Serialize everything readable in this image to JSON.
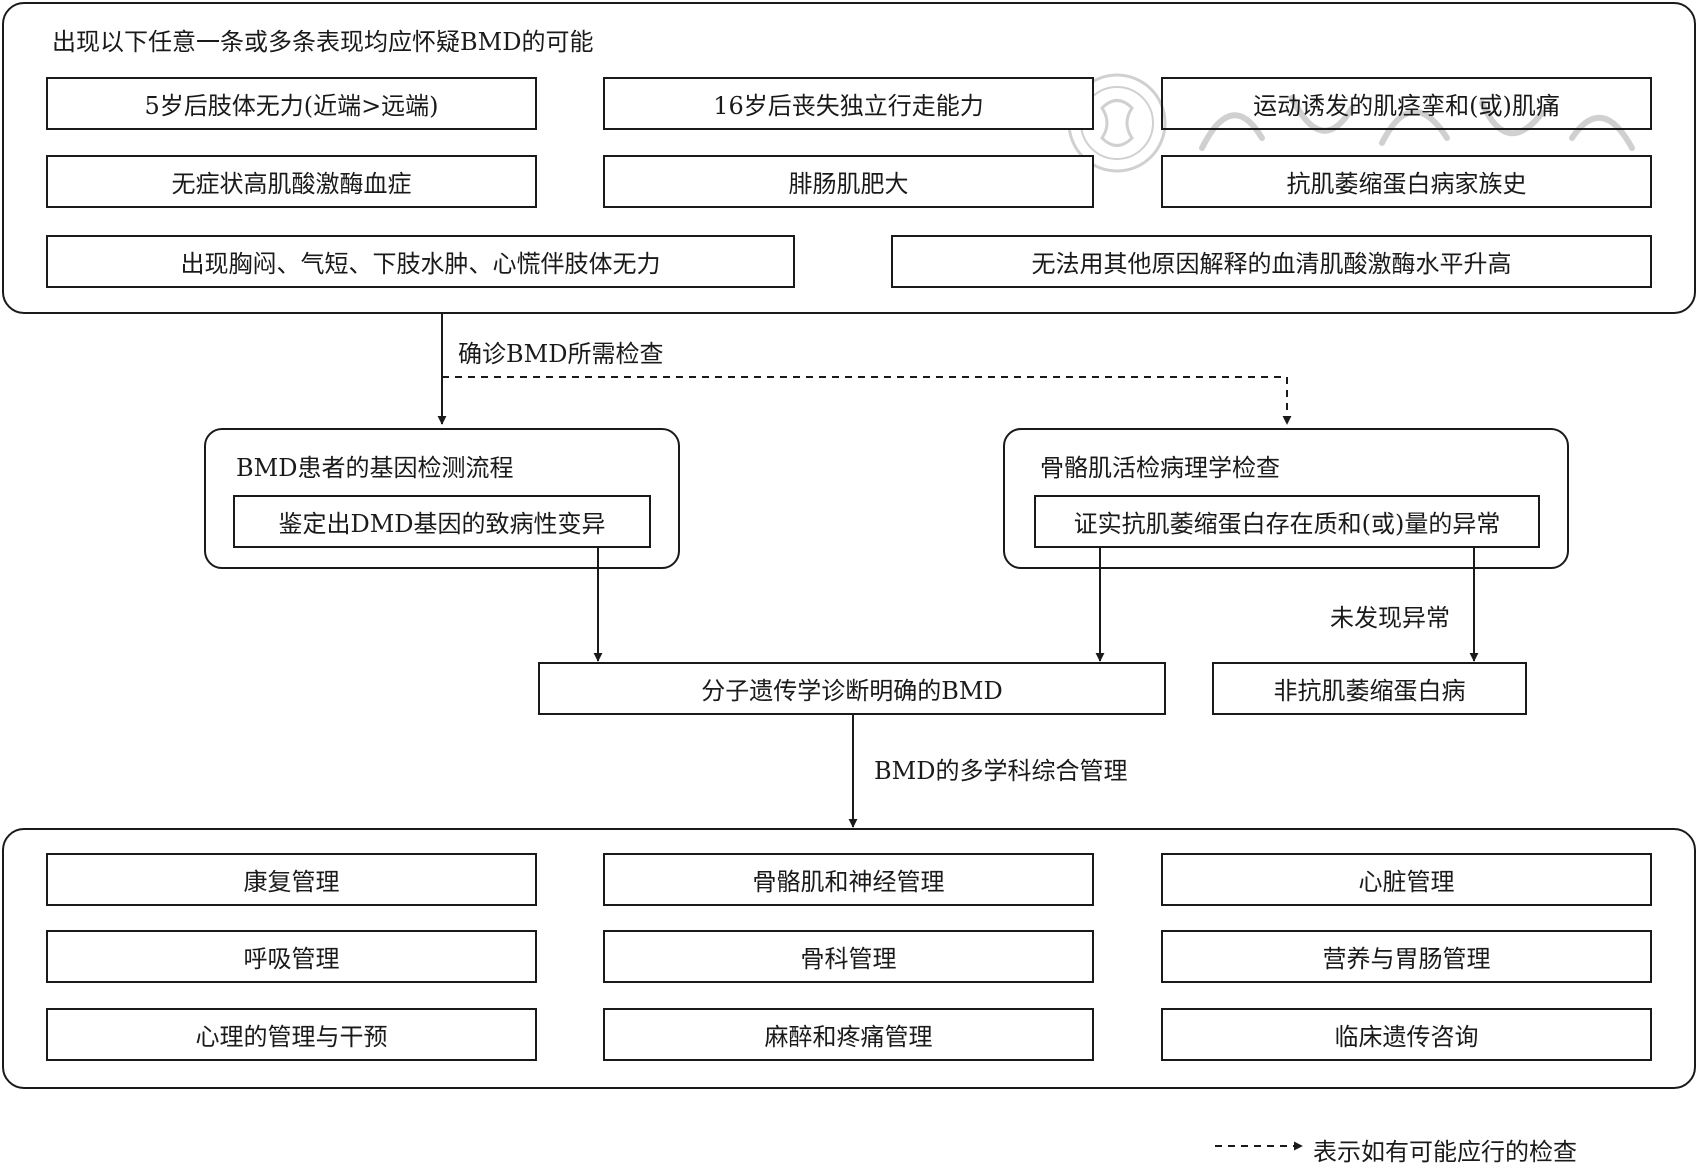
{
  "symptoms": {
    "title": "出现以下任意一条或多条表现均应怀疑BMD的可能",
    "items": [
      "5岁后肢体无力(近端>远端)",
      "16岁后丧失独立行走能力",
      "运动诱发的肌痉挛和(或)肌痛",
      "无症状高肌酸激酶血症",
      "腓肠肌肥大",
      "抗肌萎缩蛋白病家族史",
      "出现胸闷、气短、下肢水肿、心慌伴肢体无力",
      "无法用其他原因解释的血清肌酸激酶水平升高"
    ]
  },
  "confirm_label": "确诊BMD所需检查",
  "genetic": {
    "title": "BMD患者的基因检测流程",
    "finding": "鉴定出DMD基因的致病性变异"
  },
  "biopsy": {
    "title": "骨骼肌活检病理学检查",
    "finding": "证实抗肌萎缩蛋白存在质和(或)量的异常"
  },
  "no_abnormal_label": "未发现异常",
  "diagnosis": "分子遗传学诊断明确的BMD",
  "non_dystrophinopathy": "非抗肌萎缩蛋白病",
  "management_label": "BMD的多学科综合管理",
  "management": {
    "items": [
      "康复管理",
      "骨骼肌和神经管理",
      "心脏管理",
      "呼吸管理",
      "骨科管理",
      "营养与胃肠管理",
      "心理的管理与干预",
      "麻醉和疼痛管理",
      "临床遗传咨询"
    ]
  },
  "legend": {
    "text": "表示如有可能应行的检查"
  }
}
